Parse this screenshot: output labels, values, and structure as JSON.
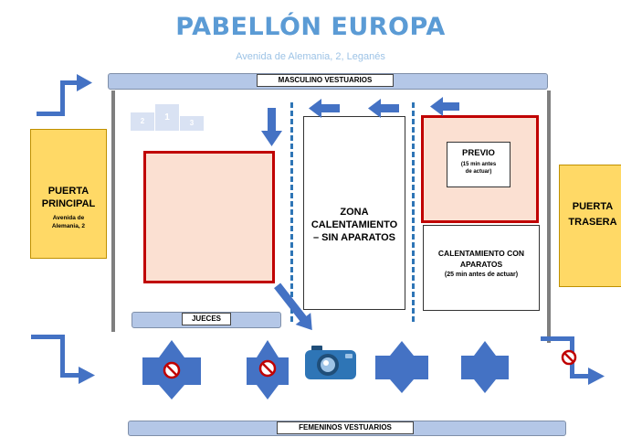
{
  "header": {
    "title": "PABELLÓN EUROPA",
    "subtitle": "Avenida de Alemania, 2, Leganés"
  },
  "changing_rooms": {
    "top": "MASCULINO VESTUARIOS",
    "bottom": "FEMENINOS VESTUARIOS"
  },
  "doors": {
    "main": {
      "line1": "PUERTA",
      "line2": "PRINCIPAL",
      "address_line1": "Avenida de",
      "address_line2": "Alemania, 2"
    },
    "back": {
      "line1": "PUERTA",
      "line2": "TRASERA"
    }
  },
  "podium": {
    "first": "1",
    "second": "2",
    "third": "3"
  },
  "zones": {
    "warmup_no_apparatus": {
      "line1": "ZONA",
      "line2": "CALENTAMIENTO",
      "line3": "– SIN APARATOS"
    },
    "previo": {
      "title": "PREVIO",
      "note_line1": "(15 min antes",
      "note_line2": "de actuar)"
    },
    "warmup_with_apparatus": {
      "line1": "CALENTAMIENTO CON",
      "line2": "APARATOS",
      "note": "(25 min antes de actuar)"
    },
    "judges": "JUECES"
  },
  "icons": {
    "no_entry": "no-entry-icon",
    "camera": "camera-icon",
    "arrow": "arrow-icon",
    "two_way_arrow": "two-way-arrow-icon"
  },
  "colors": {
    "title": "#5b9bd5",
    "arrows": "#4472c4",
    "competition_border": "#c00000",
    "competition_fill": "#fbe0d2",
    "doors": "#ffd966",
    "changing_rooms": "#b4c7e7",
    "camera": "#2e75b6"
  }
}
